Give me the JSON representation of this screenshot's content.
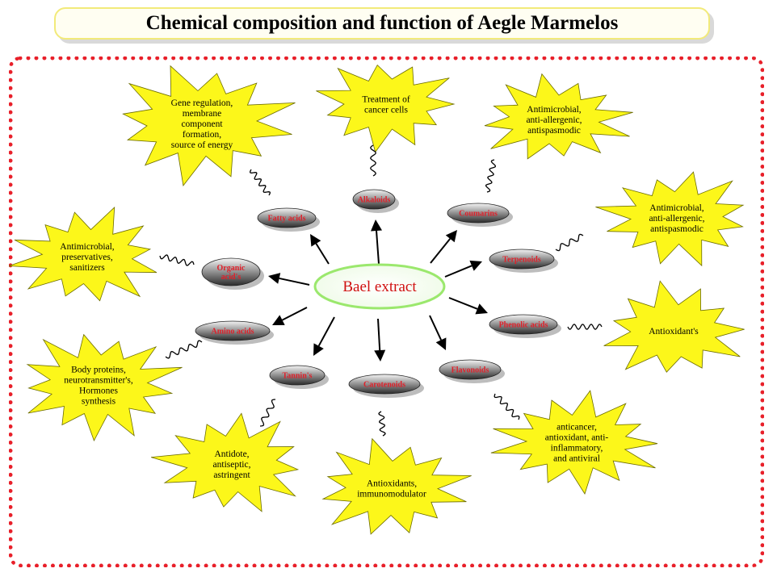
{
  "title": "Chemical composition and function of Aegle Marmelos",
  "center": {
    "label": "Bael extract"
  },
  "colors": {
    "frame": "#e8202a",
    "burst_fill": "#fcf71a",
    "burst_stroke": "#6b6b00",
    "node_text": "#e0202a",
    "center_border": "#9be86d",
    "center_text": "#d01010"
  },
  "compounds": [
    {
      "id": "alkaloids",
      "label": "Alkaloids",
      "effect": [
        "Treatment of",
        "cancer cells"
      ]
    },
    {
      "id": "coumarins",
      "label": "Coumarins",
      "effect": [
        "Antimicrobial,",
        "anti-allergenic,",
        "antispasmodic"
      ]
    },
    {
      "id": "terpenoids",
      "label": "Terpenoids",
      "effect": [
        "Antimicrobial,",
        "anti-allergenic,",
        "antispasmodic"
      ]
    },
    {
      "id": "phenolic-acids",
      "label": "Phenolic acids",
      "effect": [
        "Antioxidant's"
      ]
    },
    {
      "id": "flavonoids",
      "label": "Flavonoids",
      "effect": [
        "anticancer,",
        "antioxidant, anti-",
        "inflammatory,",
        "and antiviral"
      ]
    },
    {
      "id": "carotenoids",
      "label": "Carotenoids",
      "effect": [
        "Antioxidants,",
        "immunomodulator"
      ]
    },
    {
      "id": "tannins",
      "label": "Tannin's",
      "effect": [
        "Antidote,",
        "antiseptic,",
        "astringent"
      ]
    },
    {
      "id": "amino-acids",
      "label": "Amino acids",
      "effect": [
        "Body proteins,",
        "neurotransmitter's,",
        "Hormones",
        "synthesis"
      ]
    },
    {
      "id": "organic-acids",
      "label": [
        "Organic",
        "acid's"
      ],
      "effect": [
        "Antimicrobial,",
        "preservatives,",
        "sanitizers"
      ]
    },
    {
      "id": "fatty-acids",
      "label": "Fatty acids",
      "effect": [
        "Gene regulation,",
        "membrane",
        "component",
        "formation,",
        "source of energy"
      ]
    }
  ]
}
